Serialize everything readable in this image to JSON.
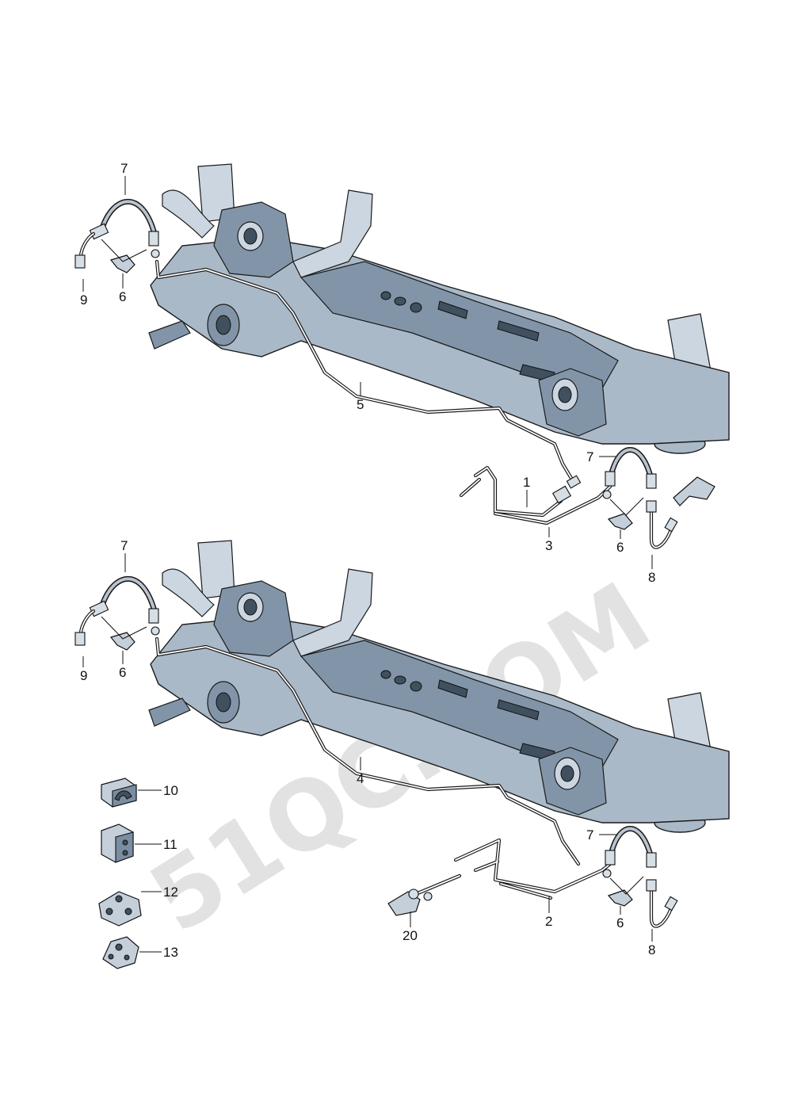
{
  "watermark": "51QC.COM",
  "callouts": {
    "upper": {
      "c7a": "7",
      "c9": "9",
      "c6a": "6",
      "c5": "5",
      "c7b": "7",
      "c1": "1",
      "c3": "3",
      "c6b": "6",
      "c8": "8"
    },
    "lower": {
      "c7a": "7",
      "c9": "9",
      "c6a": "6",
      "c4": "4",
      "c7b": "7",
      "c2": "2",
      "c20": "20",
      "c6b": "6",
      "c8": "8"
    },
    "parts": {
      "c10": "10",
      "c11": "11",
      "c12": "12",
      "c13": "13"
    }
  },
  "colors": {
    "beam": "#aab9c8",
    "line": "#1a1a1a",
    "watermark": "#e2e2e2"
  }
}
